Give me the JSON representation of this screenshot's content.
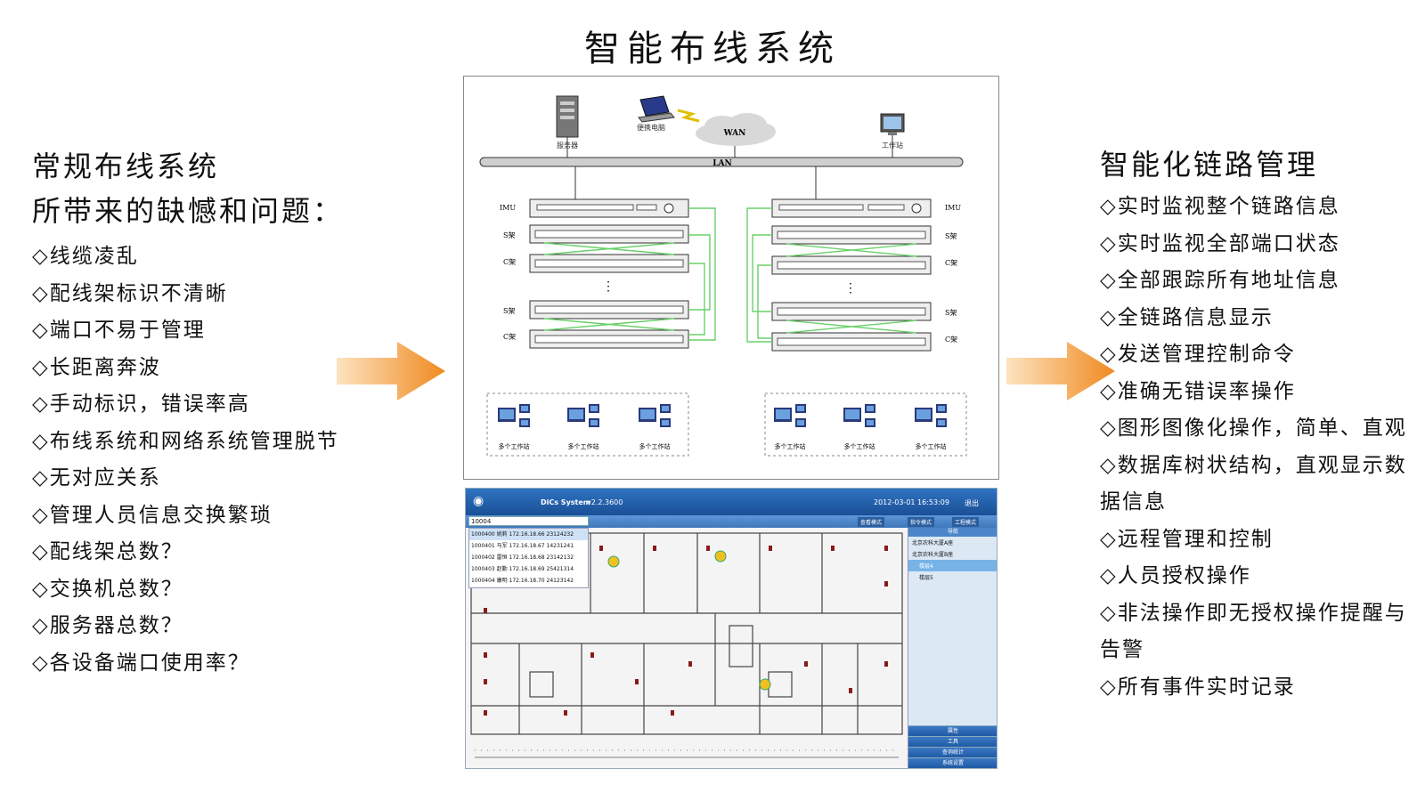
{
  "title": "智能布线系统",
  "left": {
    "heading_lines": [
      "常规布线系统",
      "所带来的缺憾和问题："
    ],
    "items": [
      "◇线缆凌乱",
      "◇配线架标识不清晰",
      "◇端口不易于管理",
      "◇长距离奔波",
      "◇手动标识，错误率高",
      "◇布线系统和网络系统管理脱节",
      "◇无对应关系",
      "◇管理人员信息交换繁琐",
      "◇配线架总数？",
      "◇交换机总数？",
      "◇服务器总数？",
      "◇各设备端口使用率？"
    ]
  },
  "right": {
    "heading": "智能化链路管理",
    "items": [
      "◇实时监视整个链路信息",
      "◇实时监视全部端口状态",
      "◇全部跟踪所有地址信息",
      "◇全链路信息显示",
      "◇发送管理控制命令",
      "◇准确无错误率操作",
      "◇图形图像化操作，简单、直观",
      "◇数据库树状结构，直观显示数据信息",
      "◇远程管理和控制",
      "◇人员授权操作",
      "◇非法操作即无授权操作提醒与告警",
      "◇所有事件实时记录"
    ]
  },
  "colors": {
    "arrow": "#f4a043",
    "patch": "#6ad06a",
    "rail": "#cfcfcf"
  },
  "diagram": {
    "server_label": "服务器",
    "laptop_label": "便携电脑",
    "wan_label": "WAN",
    "lan_label": "LAN",
    "workstation_label": "工作站",
    "imu_label": "IMU",
    "s_label": "S架",
    "c_label": "C架",
    "ws_group_label": "多个工作站"
  },
  "screen": {
    "app_name": "DiCs System",
    "version": "v2.2.3600",
    "datetime": "2012-03-01 16:53:09",
    "logout": "退出",
    "search_value": "10004",
    "results": [
      "1000400  姚莉  172.16.18.66  23124232",
      "1000401  马军  172.16.18.67  14231241",
      "1000402  雷恒  172.16.18.68  23142132",
      "1000403  赵勤  172.16.18.69  25421314",
      "1000404  康明  172.16.18.70  24123142"
    ],
    "tabs": [
      "查看模式",
      "指令模式",
      "工程模式"
    ],
    "nav_header": "导航",
    "tree": [
      "北京农科大厦A座",
      "北京农科大厦B座",
      "楼层4",
      "楼层5"
    ],
    "footer_buttons": [
      "属性",
      "工具",
      "查询统计",
      "系统设置"
    ]
  }
}
